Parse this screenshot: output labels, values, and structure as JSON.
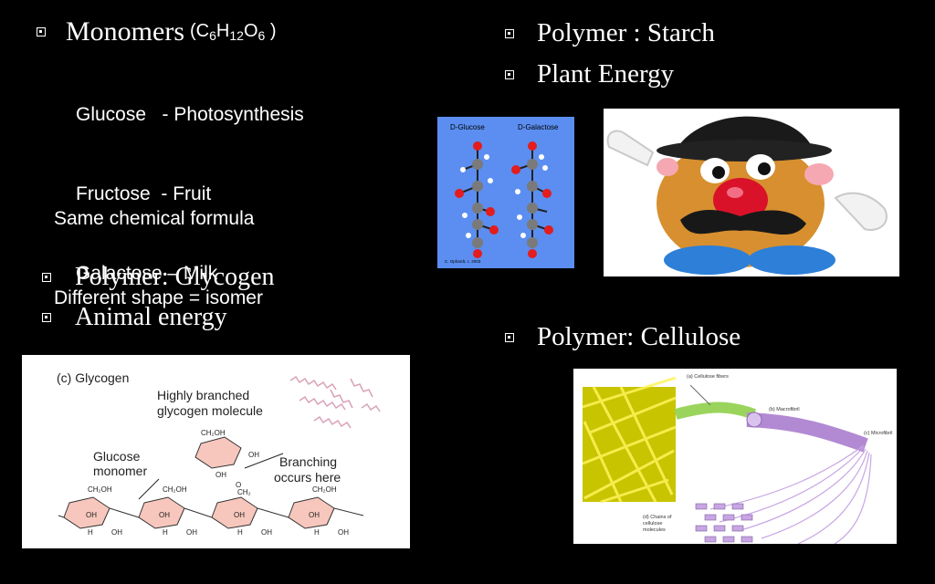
{
  "left": {
    "monomers": {
      "label": "Monomers",
      "formula_pre": "(C",
      "s1": "6",
      "h": "H",
      "s2": "12",
      "o": "O",
      "s3": "6",
      "formula_post": " )"
    },
    "sugars": [
      {
        "name": "Glucose",
        "sep": "   - ",
        "source": "Photosynthesis"
      },
      {
        "name": "Fructose",
        "sep": "  - ",
        "source": "Fruit"
      },
      {
        "name": "Galactose",
        "sep": " – ",
        "source": "Milk"
      }
    ],
    "note1": "Same chemical formula",
    "note2": "Different shape = isomer",
    "glycogen_bullet": "Polymer: Glycogen",
    "animal_bullet": "Animal energy"
  },
  "right": {
    "starch_bullet": "Polymer : Starch",
    "plant_bullet": "Plant Energy",
    "cellulose_bullet": "Polymer: Cellulose"
  },
  "figures": {
    "glucose_galactose": {
      "left_title": "D-Glucose",
      "right_title": "D-Galactose",
      "credit": "C. Ophardt, c. 2003"
    },
    "glycogen": {
      "panel": "(c) Glycogen",
      "branched": "Highly branched",
      "molecule": "glycogen molecule",
      "glucose": "Glucose",
      "monomer": "monomer",
      "branching": "Branching",
      "occurs": "occurs here",
      "ch2oh": "CH₂OH",
      "ch2": "CH₂",
      "oh": "OH",
      "h": "H",
      "o": "O"
    },
    "cellulose": {
      "a": "(a) Cellulose fibers",
      "b": "(b) Macrofibril",
      "c": "(c) Microfibril",
      "d1": "(d) Chains of",
      "d2": "cellulose",
      "d3": "molecules"
    }
  },
  "colors": {
    "background": "#000000",
    "text": "#ffffff",
    "pink_ring": "#f7c7bd",
    "cellulose_purple": "#b28ad3",
    "fiber_yellow": "#d7d800"
  }
}
